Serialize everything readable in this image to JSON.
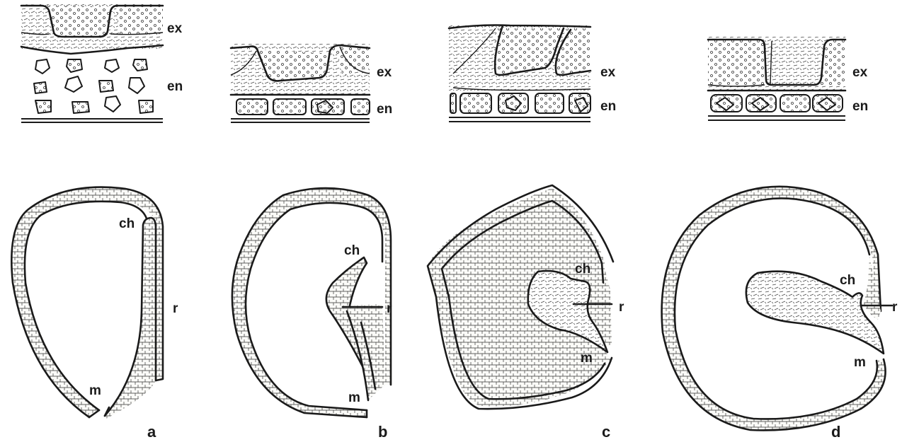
{
  "labels": {
    "ex": "ex",
    "en": "en",
    "ch": "ch",
    "r": "r",
    "m": "m"
  },
  "panels": [
    {
      "letter": "a"
    },
    {
      "letter": "b"
    },
    {
      "letter": "c"
    },
    {
      "letter": "d"
    }
  ]
}
